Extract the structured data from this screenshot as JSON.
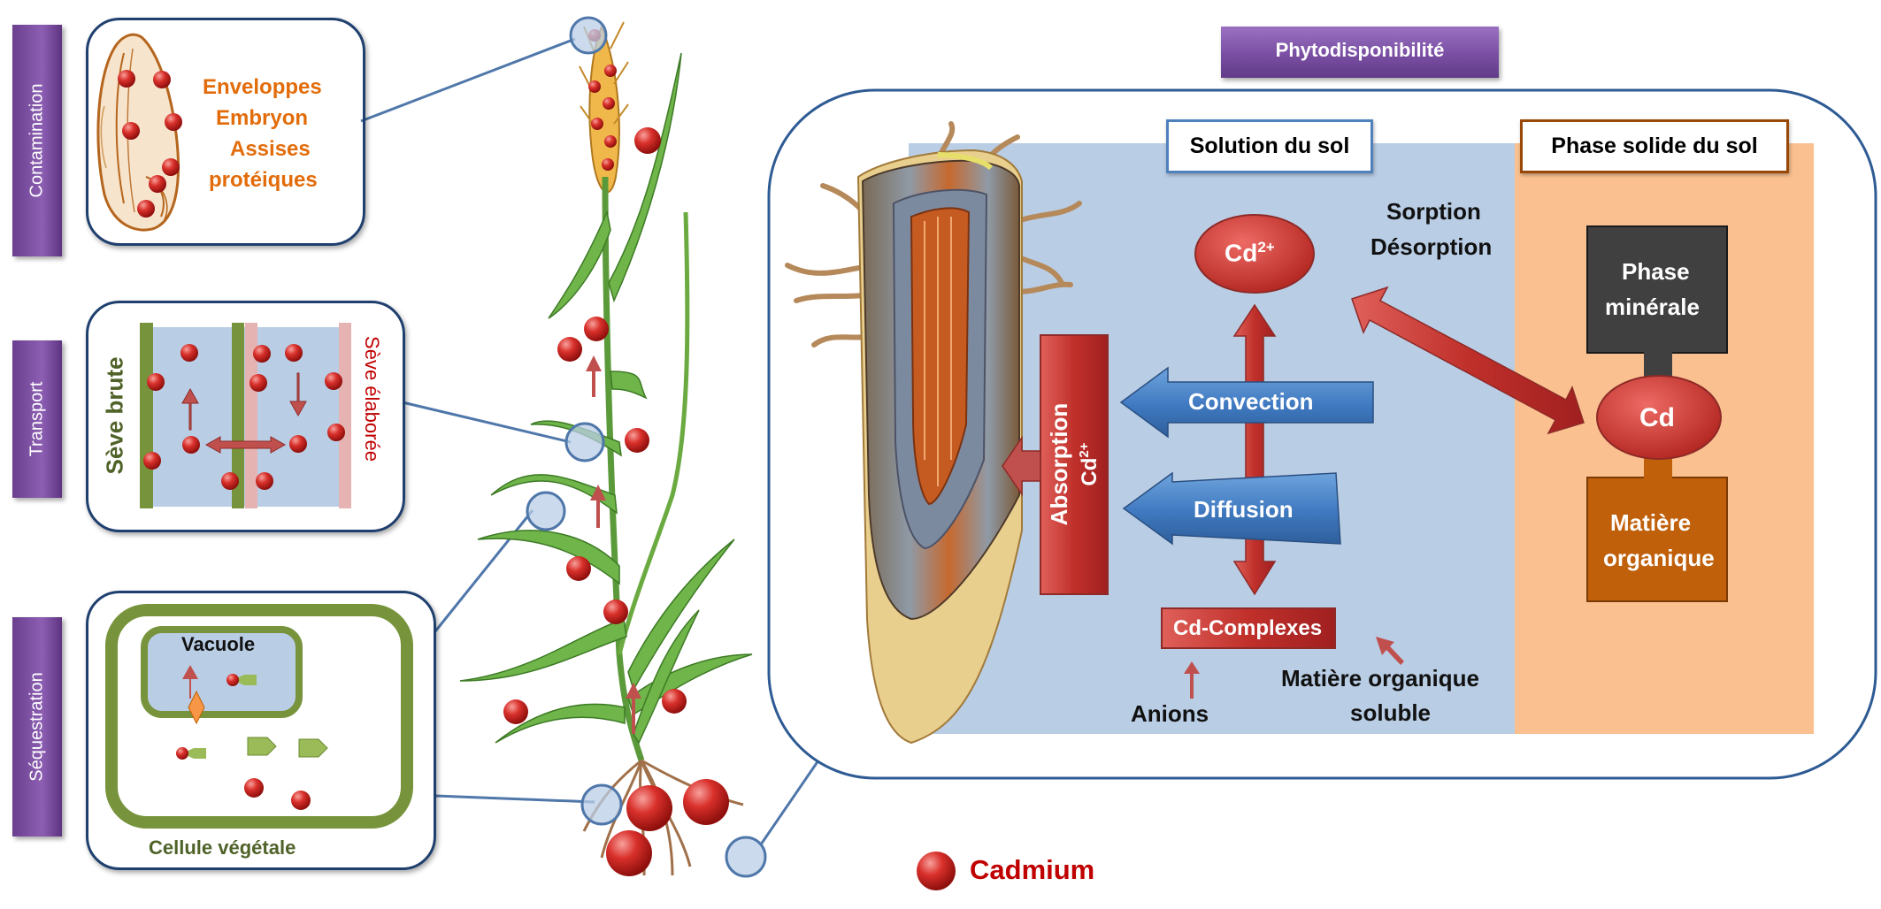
{
  "tabs": {
    "contamination": "Contamination",
    "transport": "Transport",
    "sequestration": "Séquestration"
  },
  "grain_panel": {
    "lines": [
      "Enveloppes",
      "Embryon",
      "Assises",
      "protéiques"
    ]
  },
  "transport_panel": {
    "seve_brute": "Sève brute",
    "seve_elaboree": "Sève élaborée"
  },
  "cell_panel": {
    "vacuole": "Vacuole",
    "cellule": "Cellule végétale"
  },
  "phyto": {
    "title": "Phytodisponibilité",
    "solution_label": "Solution du sol",
    "solid_label": "Phase solide du sol",
    "cd2": "Cd",
    "cd2_sup": "2+",
    "sorption": "Sorption",
    "desorption": "Désorption",
    "phase_minerale": [
      "Phase",
      "minérale"
    ],
    "cd_solid": "Cd",
    "matiere_organique": [
      "Matière",
      "organique"
    ],
    "convection": "Convection",
    "diffusion": "Diffusion",
    "absorption": "Absorption",
    "absorption_sub": "Cd",
    "absorption_sup": "2+",
    "complexes": "Cd-Complexes",
    "anions": "Anions",
    "mo_soluble": [
      "Matière organique",
      "soluble"
    ]
  },
  "legend": {
    "label": "Cadmium"
  },
  "colors": {
    "purple": "#7a4fa3",
    "orange_text": "#e36c0a",
    "red_text": "#c00000",
    "green_text": "#4f6228",
    "soil_blue": "#b9cde5",
    "soil_orange": "#fac090",
    "arrow_blue": "#4f81bd",
    "arrow_red": "#c0504d"
  }
}
